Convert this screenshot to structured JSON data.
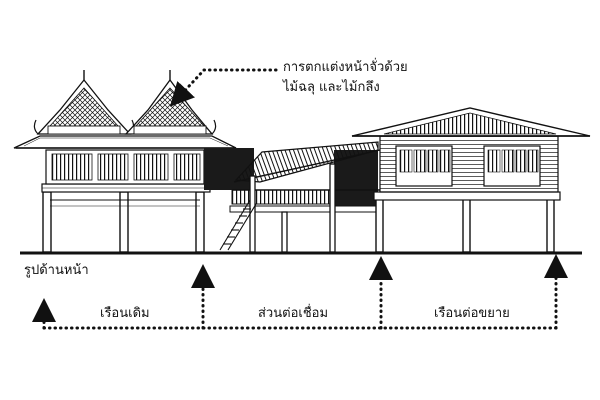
{
  "callout": {
    "line1": "การตกแต่งหน้าจั่วด้วย",
    "line2": "ไม้ฉลุ และไม้กลึง"
  },
  "view_title": "รูปด้านหน้า",
  "sections": [
    {
      "label": "เรือนเดิม"
    },
    {
      "label": "ส่วนต่อเชื่อม"
    },
    {
      "label": "เรือนต่อขยาย"
    }
  ],
  "colors": {
    "ink": "#111111",
    "shade": "#1a1a1a",
    "paper": "#ffffff"
  }
}
